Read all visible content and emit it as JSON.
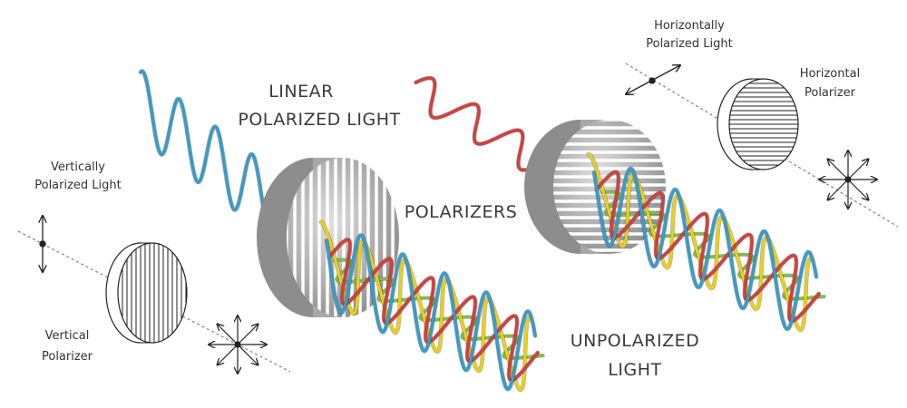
{
  "labels": {
    "linear_line1": "LINEAR",
    "linear_line2": "POLARIZED LIGHT",
    "polarizers": "POLARIZERS",
    "unpolarized_line1": "UNPOLARIZED",
    "unpolarized_line2": "LIGHT",
    "vertically_line1": "Vertically",
    "vertically_line2": "Polarized Light",
    "vertical_pol_line1": "Vertical",
    "vertical_pol_line2": "Polarizer",
    "horizontally_line1": "Horizontally",
    "horizontally_line2": "Polarized Light",
    "horizontal_pol_line1": "Horizontal",
    "horizontal_pol_line2": "Polarizer"
  },
  "colors": {
    "blue": "#3a9cc8",
    "red": "#d2403f",
    "yellow": "#e8cf1f",
    "green": "#7cc142",
    "text": "#3a3a3a",
    "disc": "#9a9a9a"
  }
}
